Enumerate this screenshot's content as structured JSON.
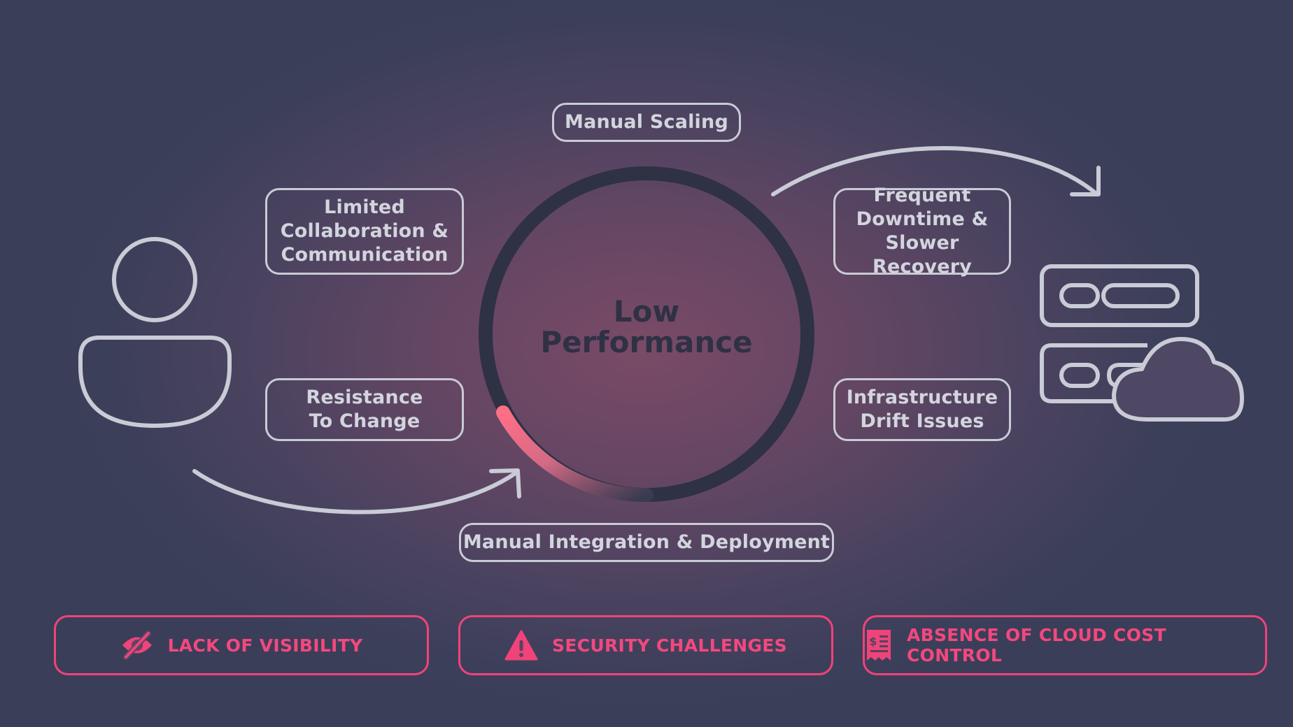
{
  "diagram": {
    "center_label": "Low\nPerformance",
    "nodes": {
      "manual_scaling": "Manual Scaling",
      "limited_collaboration": "Limited\nCollaboration &\nCommunication",
      "resistance_to_change": "Resistance\nTo Change",
      "frequent_downtime": "Frequent\nDowntime &\nSlower Recovery",
      "infrastructure_drift": "Infrastructure\nDrift Issues",
      "manual_integration": "Manual Integration & Deployment"
    },
    "icons": {
      "left": "user-icon",
      "right": "server-cloud-icon"
    }
  },
  "challenges": [
    {
      "label": "LACK OF VISIBILITY",
      "icon": "eye-slash-icon"
    },
    {
      "label": "SECURITY CHALLENGES",
      "icon": "warning-icon"
    },
    {
      "label": "ABSENCE OF CLOUD COST CONTROL",
      "icon": "cost-receipt-icon"
    }
  ],
  "colors": {
    "accent": "#f0437a",
    "outline": "#c9cbd6",
    "ring": "#2f3145"
  }
}
